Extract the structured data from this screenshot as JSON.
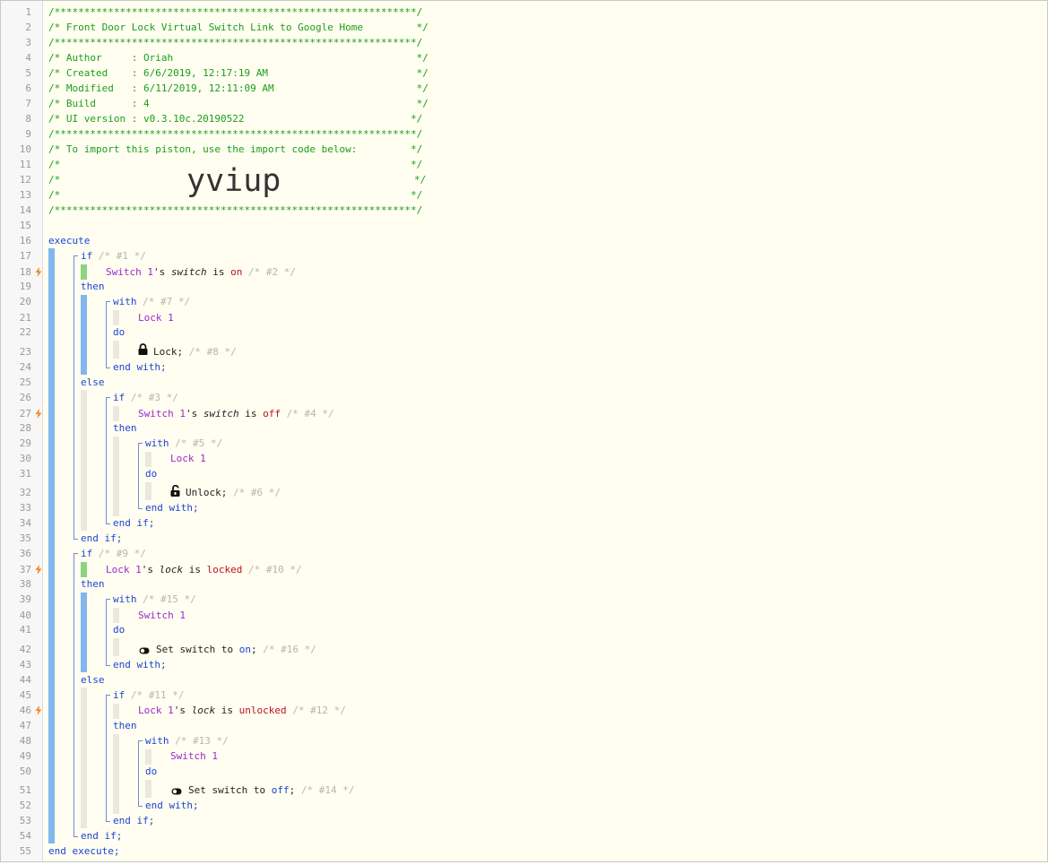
{
  "header": {
    "separator": "/*************************************************************/",
    "title_line": "/* Front Door Lock Virtual Switch Link to Google Home         */",
    "author_line": "/* Author     : Oriah                                         */",
    "created_line": "/* Created    : 6/6/2019, 12:17:19 AM                         */",
    "modified_line": "/* Modified   : 6/11/2019, 12:11:09 AM                        */",
    "build_line": "/* Build      : 4                                             */",
    "ui_line": "/* UI version : v0.3.10c.20190522                            */",
    "import_line": "/* To import this piston, use the import code below:         */",
    "blank_line": "/*                                                           */",
    "code_open": "/*",
    "code_close": "*/",
    "import_code": "yviup"
  },
  "kw": {
    "execute": "execute",
    "end_execute": "end execute;",
    "if": "if",
    "then": "then",
    "else": "else",
    "end_if": "end if;",
    "with": "with",
    "do": "do",
    "end_with": "end with;",
    "possessive": "'s",
    "is": "is"
  },
  "block1": {
    "if_id": "/* #1 */",
    "cond_device": "Switch 1",
    "cond_attr": "switch",
    "cond_value": "on",
    "cond_id": "/* #2 */",
    "with_id": "/* #7 */",
    "device": "Lock 1",
    "action": "Lock;",
    "action_id": "/* #8 */",
    "else_if_id": "/* #3 */",
    "else_cond_device": "Switch 1",
    "else_cond_attr": "switch",
    "else_cond_value": "off",
    "else_cond_id": "/* #4 */",
    "else_with_id": "/* #5 */",
    "else_device": "Lock 1",
    "else_action": "Unlock;",
    "else_action_id": "/* #6 */"
  },
  "block2": {
    "if_id": "/* #9 */",
    "cond_device": "Lock 1",
    "cond_attr": "lock",
    "cond_value": "locked",
    "cond_id": "/* #10 */",
    "with_id": "/* #15 */",
    "device": "Switch 1",
    "action_text": "Set switch to",
    "action_value": "on",
    "action_end": ";",
    "action_id": "/* #16 */",
    "else_if_id": "/* #11 */",
    "else_cond_device": "Lock 1",
    "else_cond_attr": "lock",
    "else_cond_value": "unlocked",
    "else_cond_id": "/* #12 */",
    "else_with_id": "/* #13 */",
    "else_device": "Switch 1",
    "else_action_text": "Set switch to",
    "else_action_value": "off",
    "else_action_end": ";",
    "else_action_id": "/* #14 */"
  },
  "line_numbers": [
    "1",
    "2",
    "3",
    "4",
    "5",
    "6",
    "7",
    "8",
    "9",
    "10",
    "11",
    "12",
    "13",
    "14",
    "15",
    "16",
    "17",
    "18",
    "19",
    "20",
    "21",
    "22",
    "23",
    "24",
    "25",
    "26",
    "27",
    "28",
    "29",
    "30",
    "31",
    "32",
    "33",
    "34",
    "35",
    "36",
    "37",
    "38",
    "39",
    "40",
    "41",
    "42",
    "43",
    "44",
    "45",
    "46",
    "47",
    "48",
    "49",
    "50",
    "51",
    "52",
    "53",
    "54",
    "55"
  ],
  "trigger_lines": [
    18,
    27,
    37,
    46
  ],
  "colors": {
    "comment": "#1a9e1a",
    "keyword": "#1b44d6",
    "device": "#9c27d1",
    "value": "#c0101a",
    "trigger": "#f08a24",
    "bar_blue": "#82b6ee",
    "bar_green": "#8ed37f",
    "background": "#fffef0"
  },
  "icons": [
    "lightning-bolt-icon",
    "lock-icon",
    "unlock-icon",
    "toggle-icon"
  ]
}
